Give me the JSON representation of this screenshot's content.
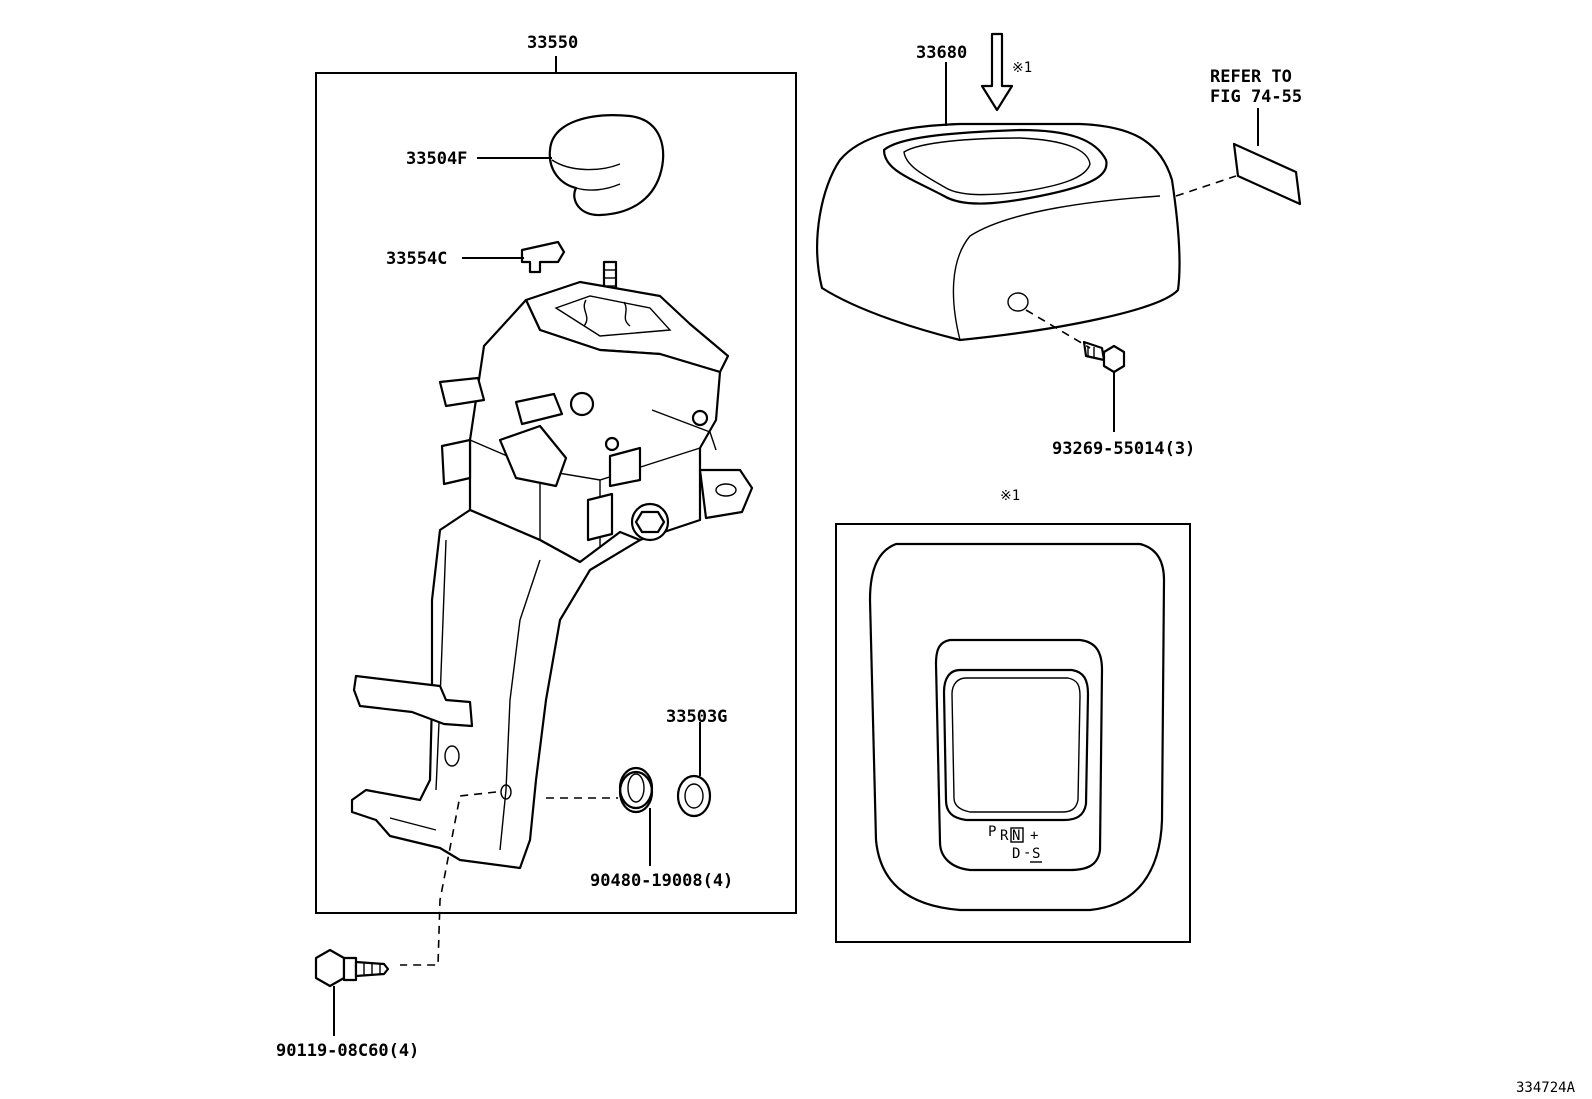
{
  "labels": {
    "p33550": "33550",
    "p33504F": "33504F",
    "p33554C": "33554C",
    "p33503G": "33503G",
    "p90480": "90480-19008(4)",
    "p90119": "90119-08C60(4)",
    "p33680": "33680",
    "p93269": "93269-55014(3)",
    "refer_line1": "REFER TO",
    "refer_line2": "FIG 74-55",
    "note_mark_top": "※1",
    "note_mark_inset": "※1",
    "figure_id": "334724A"
  },
  "gate": {
    "P": "P",
    "R": "R",
    "N": "N",
    "D": "D",
    "S": "S",
    "plus": "+",
    "minus": "-"
  }
}
